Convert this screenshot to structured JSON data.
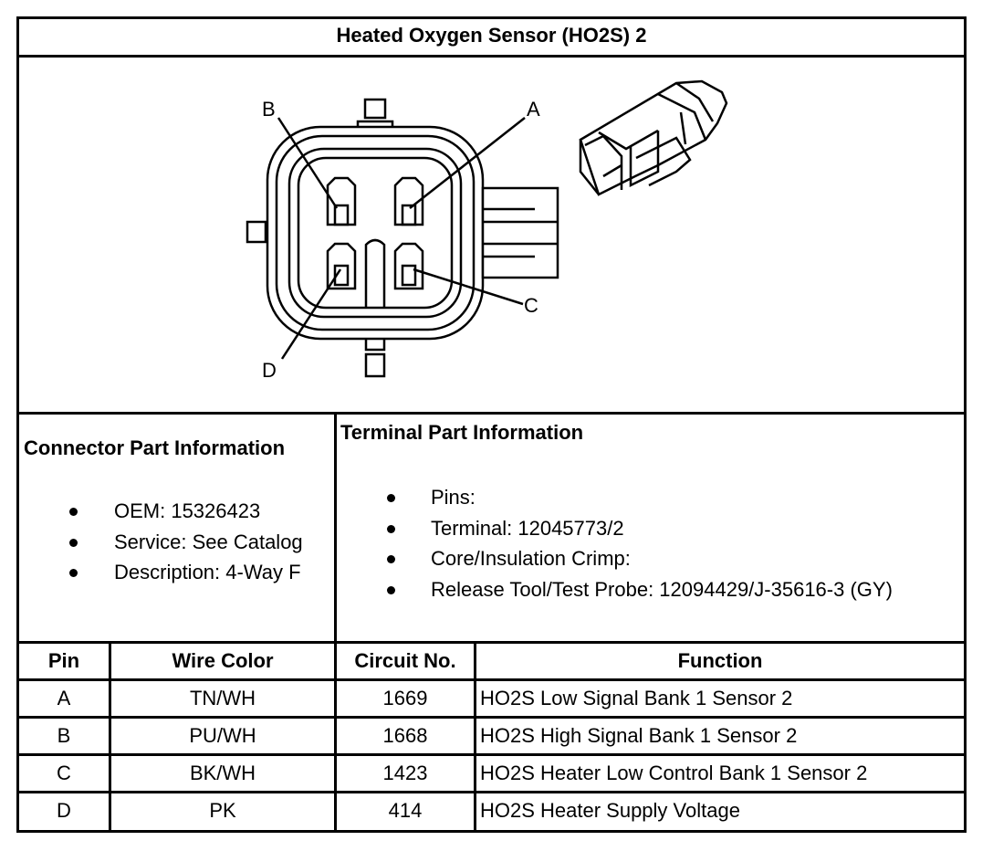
{
  "title": "Heated Oxygen Sensor (HO2S) 2",
  "diagram": {
    "pin_labels": [
      "A",
      "B",
      "C",
      "D"
    ]
  },
  "connector_info": {
    "heading": "Connector Part Information",
    "items": [
      "OEM: 15326423",
      "Service: See Catalog",
      "Description: 4-Way F"
    ]
  },
  "terminal_info": {
    "heading": "Terminal Part Information",
    "items": [
      "Pins:",
      "Terminal: 12045773/2",
      "Core/Insulation Crimp:",
      "Release Tool/Test Probe: 12094429/J-35616-3 (GY)"
    ]
  },
  "table": {
    "headers": [
      "Pin",
      "Wire Color",
      "Circuit No.",
      "Function"
    ],
    "rows": [
      [
        "A",
        "TN/WH",
        "1669",
        "HO2S Low Signal Bank 1 Sensor 2"
      ],
      [
        "B",
        "PU/WH",
        "1668",
        "HO2S High Signal Bank 1 Sensor 2"
      ],
      [
        "C",
        "BK/WH",
        "1423",
        "HO2S Heater Low Control Bank 1 Sensor 2"
      ],
      [
        "D",
        "PK",
        "414",
        "HO2S Heater Supply Voltage"
      ]
    ]
  }
}
